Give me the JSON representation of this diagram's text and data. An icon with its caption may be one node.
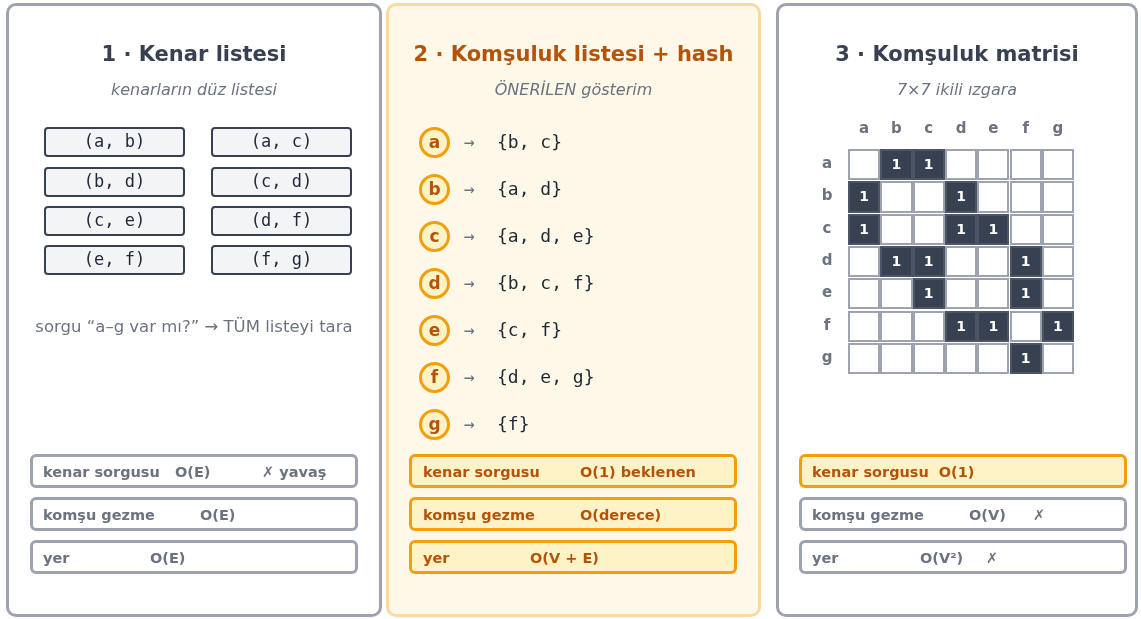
{
  "diagram": {
    "nodes": [
      {
        "text": [
          "1 · Kenar listesi",
          "kenarların düz listesi"
        ]
      },
      {
        "text": [
          "(a, b)"
        ],
        "in": 0
      },
      {
        "text": [
          "(a, c)"
        ],
        "in": 0
      },
      {
        "text": [
          "(b, d)"
        ],
        "in": 0
      },
      {
        "text": [
          "(c, d)"
        ],
        "in": 0
      },
      {
        "text": [
          "(c, e)"
        ],
        "in": 0
      },
      {
        "text": [
          "(d, f)"
        ],
        "in": 0
      },
      {
        "text": [
          "(e, f)"
        ],
        "in": 0
      },
      {
        "text": [
          "(f, g)"
        ],
        "in": 0
      },
      {
        "text": [
          "kenar sorgusu",
          "O(E)",
          "✗ yavaş"
        ],
        "in": 0
      },
      {
        "text": [
          "komşu gezme",
          "O(E)"
        ],
        "in": 0
      },
      {
        "text": [
          "yer",
          "O(E)"
        ],
        "in": 0
      },
      {
        "text": [
          "2 · Komşuluk listesi + hash",
          "ÖNERİLEN gösterim"
        ]
      },
      {
        "text": [
          "a"
        ],
        "in": 12,
        "beside": [
          "→",
          "{b, c}"
        ]
      },
      {
        "text": [
          "b"
        ],
        "in": 12,
        "beside": [
          "→",
          "{a, d}"
        ]
      },
      {
        "text": [
          "c"
        ],
        "in": 12,
        "beside": [
          "→",
          "{a, d, e}"
        ]
      },
      {
        "text": [
          "d"
        ],
        "in": 12,
        "beside": [
          "→",
          "{b, c, f}"
        ]
      },
      {
        "text": [
          "e"
        ],
        "in": 12,
        "beside": [
          "→",
          "{c, f}"
        ]
      },
      {
        "text": [
          "f"
        ],
        "in": 12,
        "beside": [
          "→",
          "{d, e, g}"
        ]
      },
      {
        "text": [
          "g"
        ],
        "in": 12,
        "beside": [
          "→",
          "{f}"
        ]
      },
      {
        "text": [
          "kenar sorgusu",
          "O(1) beklenen"
        ],
        "in": 12
      },
      {
        "text": [
          "komşu gezme",
          "O(derece)"
        ],
        "in": 12
      },
      {
        "text": [
          "yer",
          "O(V + E)"
        ],
        "in": 12
      },
      {
        "text": [
          "3 · Komşuluk matrisi",
          "7×7 ikili ızgara"
        ]
      },
      {
        "text": [
          "kenar sorgusu",
          "O(1)"
        ],
        "in": 23
      },
      {
        "text": [
          "komşu gezme",
          "O(V)",
          "✗"
        ],
        "in": 23
      },
      {
        "text": [
          "yer",
          "O(V²)",
          "✗"
        ],
        "in": 23
      }
    ],
    "edges": [],
    "labels": [
      "sorgu “a–g var mı?” → TÜM listeyi tara",
      "a",
      "b",
      "c",
      "d",
      "e",
      "f",
      "g",
      "a",
      "1",
      "1",
      "b",
      "1",
      "1",
      "c",
      "1",
      "1",
      "1",
      "d",
      "1",
      "1",
      "1",
      "e",
      "1",
      "1",
      "f",
      "1",
      "1",
      "1",
      "g",
      "1"
    ]
  }
}
